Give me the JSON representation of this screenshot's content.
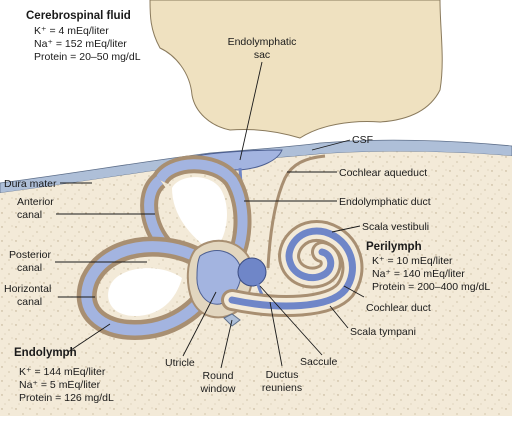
{
  "csf_panel": {
    "title": "Cerebrospinal fluid",
    "lines": [
      "K⁺ = 4 mEq/liter",
      "Na⁺ = 152 mEq/liter",
      "Protein = 20–50 mg/dL"
    ]
  },
  "perilymph_panel": {
    "title": "Perilymph",
    "lines": [
      "K⁺ = 10 mEq/liter",
      "Na⁺ = 140 mEq/liter",
      "Protein = 200–400 mg/dL"
    ]
  },
  "endolymph_panel": {
    "title": "Endolymph",
    "lines": [
      "K⁺ = 144 mEq/liter",
      "Na⁺ = 5 mEq/liter",
      "Protein = 126 mg/dL"
    ]
  },
  "labels": {
    "endolymphatic_sac": [
      "Endolymphatic",
      "sac"
    ],
    "csf": "CSF",
    "dura_mater": "Dura mater",
    "cochlear_aqueduct": "Cochlear aqueduct",
    "anterior_canal": [
      "Anterior",
      "canal"
    ],
    "endolymphatic_duct": "Endolymphatic duct",
    "scala_vestibuli": "Scala vestibuli",
    "posterior_canal": [
      "Posterior",
      "canal"
    ],
    "horizontal_canal": [
      "Horizontal",
      "canal"
    ],
    "cochlear_duct": "Cochlear duct",
    "scala_tympani": "Scala tympani",
    "saccule": "Saccule",
    "utricle": "Utricle",
    "round_window": [
      "Round",
      "window"
    ],
    "ductus_reuniens": [
      "Ductus",
      "reuniens"
    ]
  },
  "colors": {
    "brain": "#efe1c0",
    "bone": "#f3ead8",
    "dura": "#aebfd8",
    "perilymph_wall": "#a88f72",
    "endolymph": "#a3b4e0",
    "endolymph_dark": "#6f86c8",
    "lumen": "#ffffff"
  }
}
